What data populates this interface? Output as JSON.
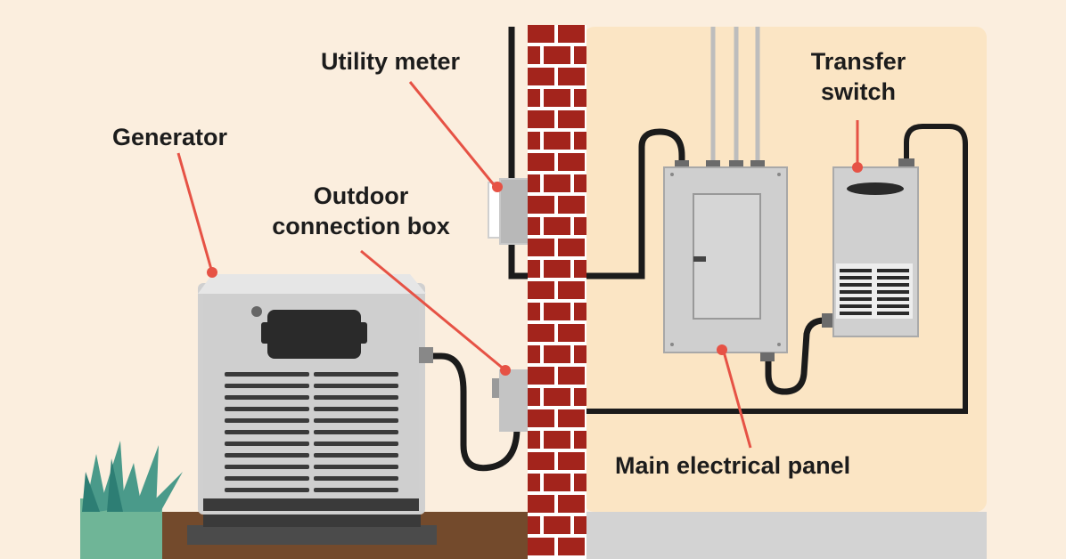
{
  "labels": {
    "generator": "Generator",
    "utility_meter": "Utility meter",
    "outdoor_box_line1": "Outdoor",
    "outdoor_box_line2": "connection box",
    "transfer_line1": "Transfer",
    "transfer_line2": "switch",
    "main_panel": "Main electrical panel"
  },
  "colors": {
    "outdoor_bg": "#fbeede",
    "indoor_bg": "#fbe5c4",
    "brick": "#a3241c",
    "mortar": "#ffffff",
    "leader": "#e65245",
    "cable": "#1b1b1b",
    "metal": "#d0d0d0",
    "ground": "#734a2c"
  }
}
